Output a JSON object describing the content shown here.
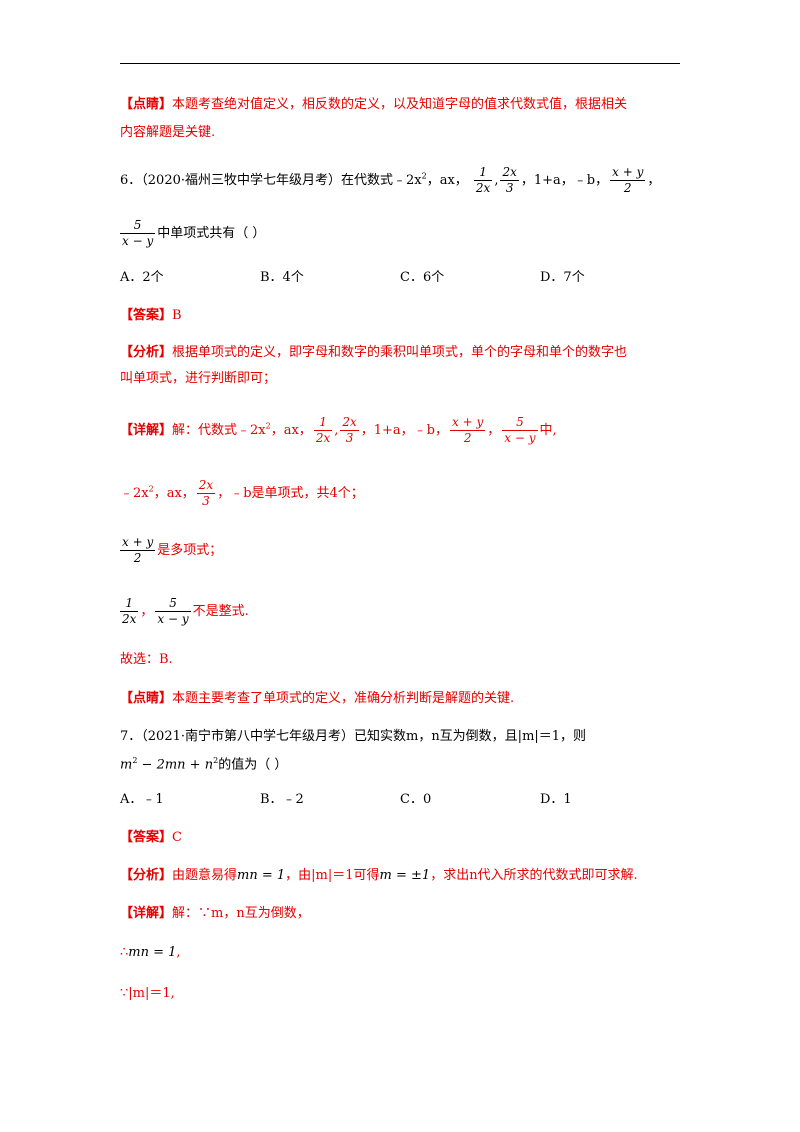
{
  "point1": {
    "tag": "【点睛】",
    "text1": "本题考查绝对值定义，相反数的定义，以及知道字母的值求代数式值，根据相关",
    "text2": "内容解题是关键."
  },
  "q6": {
    "prefix": "6．（2020·福州三牧中学七年级月考）在代数式﹣2x",
    "sq": "2",
    "mid": "，ax，",
    "f1_num": "1",
    "f1_den": "2x",
    "sep1": ",",
    "f2_num": "2x",
    "f2_den": "3",
    "mid2": "，1+a，﹣b，",
    "f3_num": "x + y",
    "f3_den": "2",
    "end": "，",
    "f4_num": "5",
    "f4_den": "x − y",
    "tail": "中单项式共有（      ）",
    "options": [
      "A．2个",
      "B．4个",
      "C．6个",
      "D．7个"
    ]
  },
  "ans6": {
    "tag": "【答案】",
    "text": "B"
  },
  "ana6": {
    "tag": "【分析】",
    "text1": "根据单项式的定义，即字母和数字的乘积叫单项式，单个的字母和单个的数字也",
    "text2": "叫单项式，进行判断即可；"
  },
  "det6": {
    "tag": "【详解】",
    "l1_a": "解：代数式﹣2x",
    "l1_sq": "2",
    "l1_b": "，ax，",
    "l1_f1n": "1",
    "l1_f1d": "2x",
    "l1_sep": ",",
    "l1_f2n": "2x",
    "l1_f2d": "3",
    "l1_c": "，1+a，﹣b，",
    "l1_f3n": "x + y",
    "l1_f3d": "2",
    "l1_d": "，",
    "l1_f4n": "5",
    "l1_f4d": "x − y",
    "l1_e": "中,",
    "l2_a": "﹣2x",
    "l2_sq": "2",
    "l2_b": "，ax，",
    "l2_fn": "2x",
    "l2_fd": "3",
    "l2_c": "，﹣b是单项式，共4个；",
    "l3_fn": "x + y",
    "l3_fd": "2",
    "l3_c": "是多项式；",
    "l4_f1n": "1",
    "l4_f1d": "2x",
    "l4_sep": "，",
    "l4_f2n": "5",
    "l4_f2d": "x − y",
    "l4_c": "不是整式.",
    "choice": "故选：B."
  },
  "point6": {
    "tag": "【点睛】",
    "text": "本题主要考查了单项式的定义，准确分析判断是解题的关键."
  },
  "q7": {
    "line1": "7．（2021·南宁市第八中学七年级月考）已知实数m，n互为倒数，且|m|＝1，则",
    "expr_a": "m",
    "expr_sq1": "2",
    "expr_b": " − 2mn + n",
    "expr_sq2": "2",
    "line2_tail": "的值为（      ）",
    "options": [
      "A．﹣1",
      "B．﹣2",
      "C．0",
      "D．1"
    ]
  },
  "ans7": {
    "tag": "【答案】",
    "text": "C"
  },
  "ana7": {
    "tag": "【分析】",
    "a": "由题意易得",
    "m1": "mn = 1",
    "b": "，由|m|＝1可得",
    "m2": "m = ±1",
    "c": "，求出n代入所求的代数式即可求解."
  },
  "det7": {
    "tag": "【详解】",
    "l1": "解：∵m，n互为倒数，",
    "l2_a": "∴",
    "l2_m": "mn = 1",
    "l2_b": ",",
    "l3": "∵|m|＝1,"
  }
}
